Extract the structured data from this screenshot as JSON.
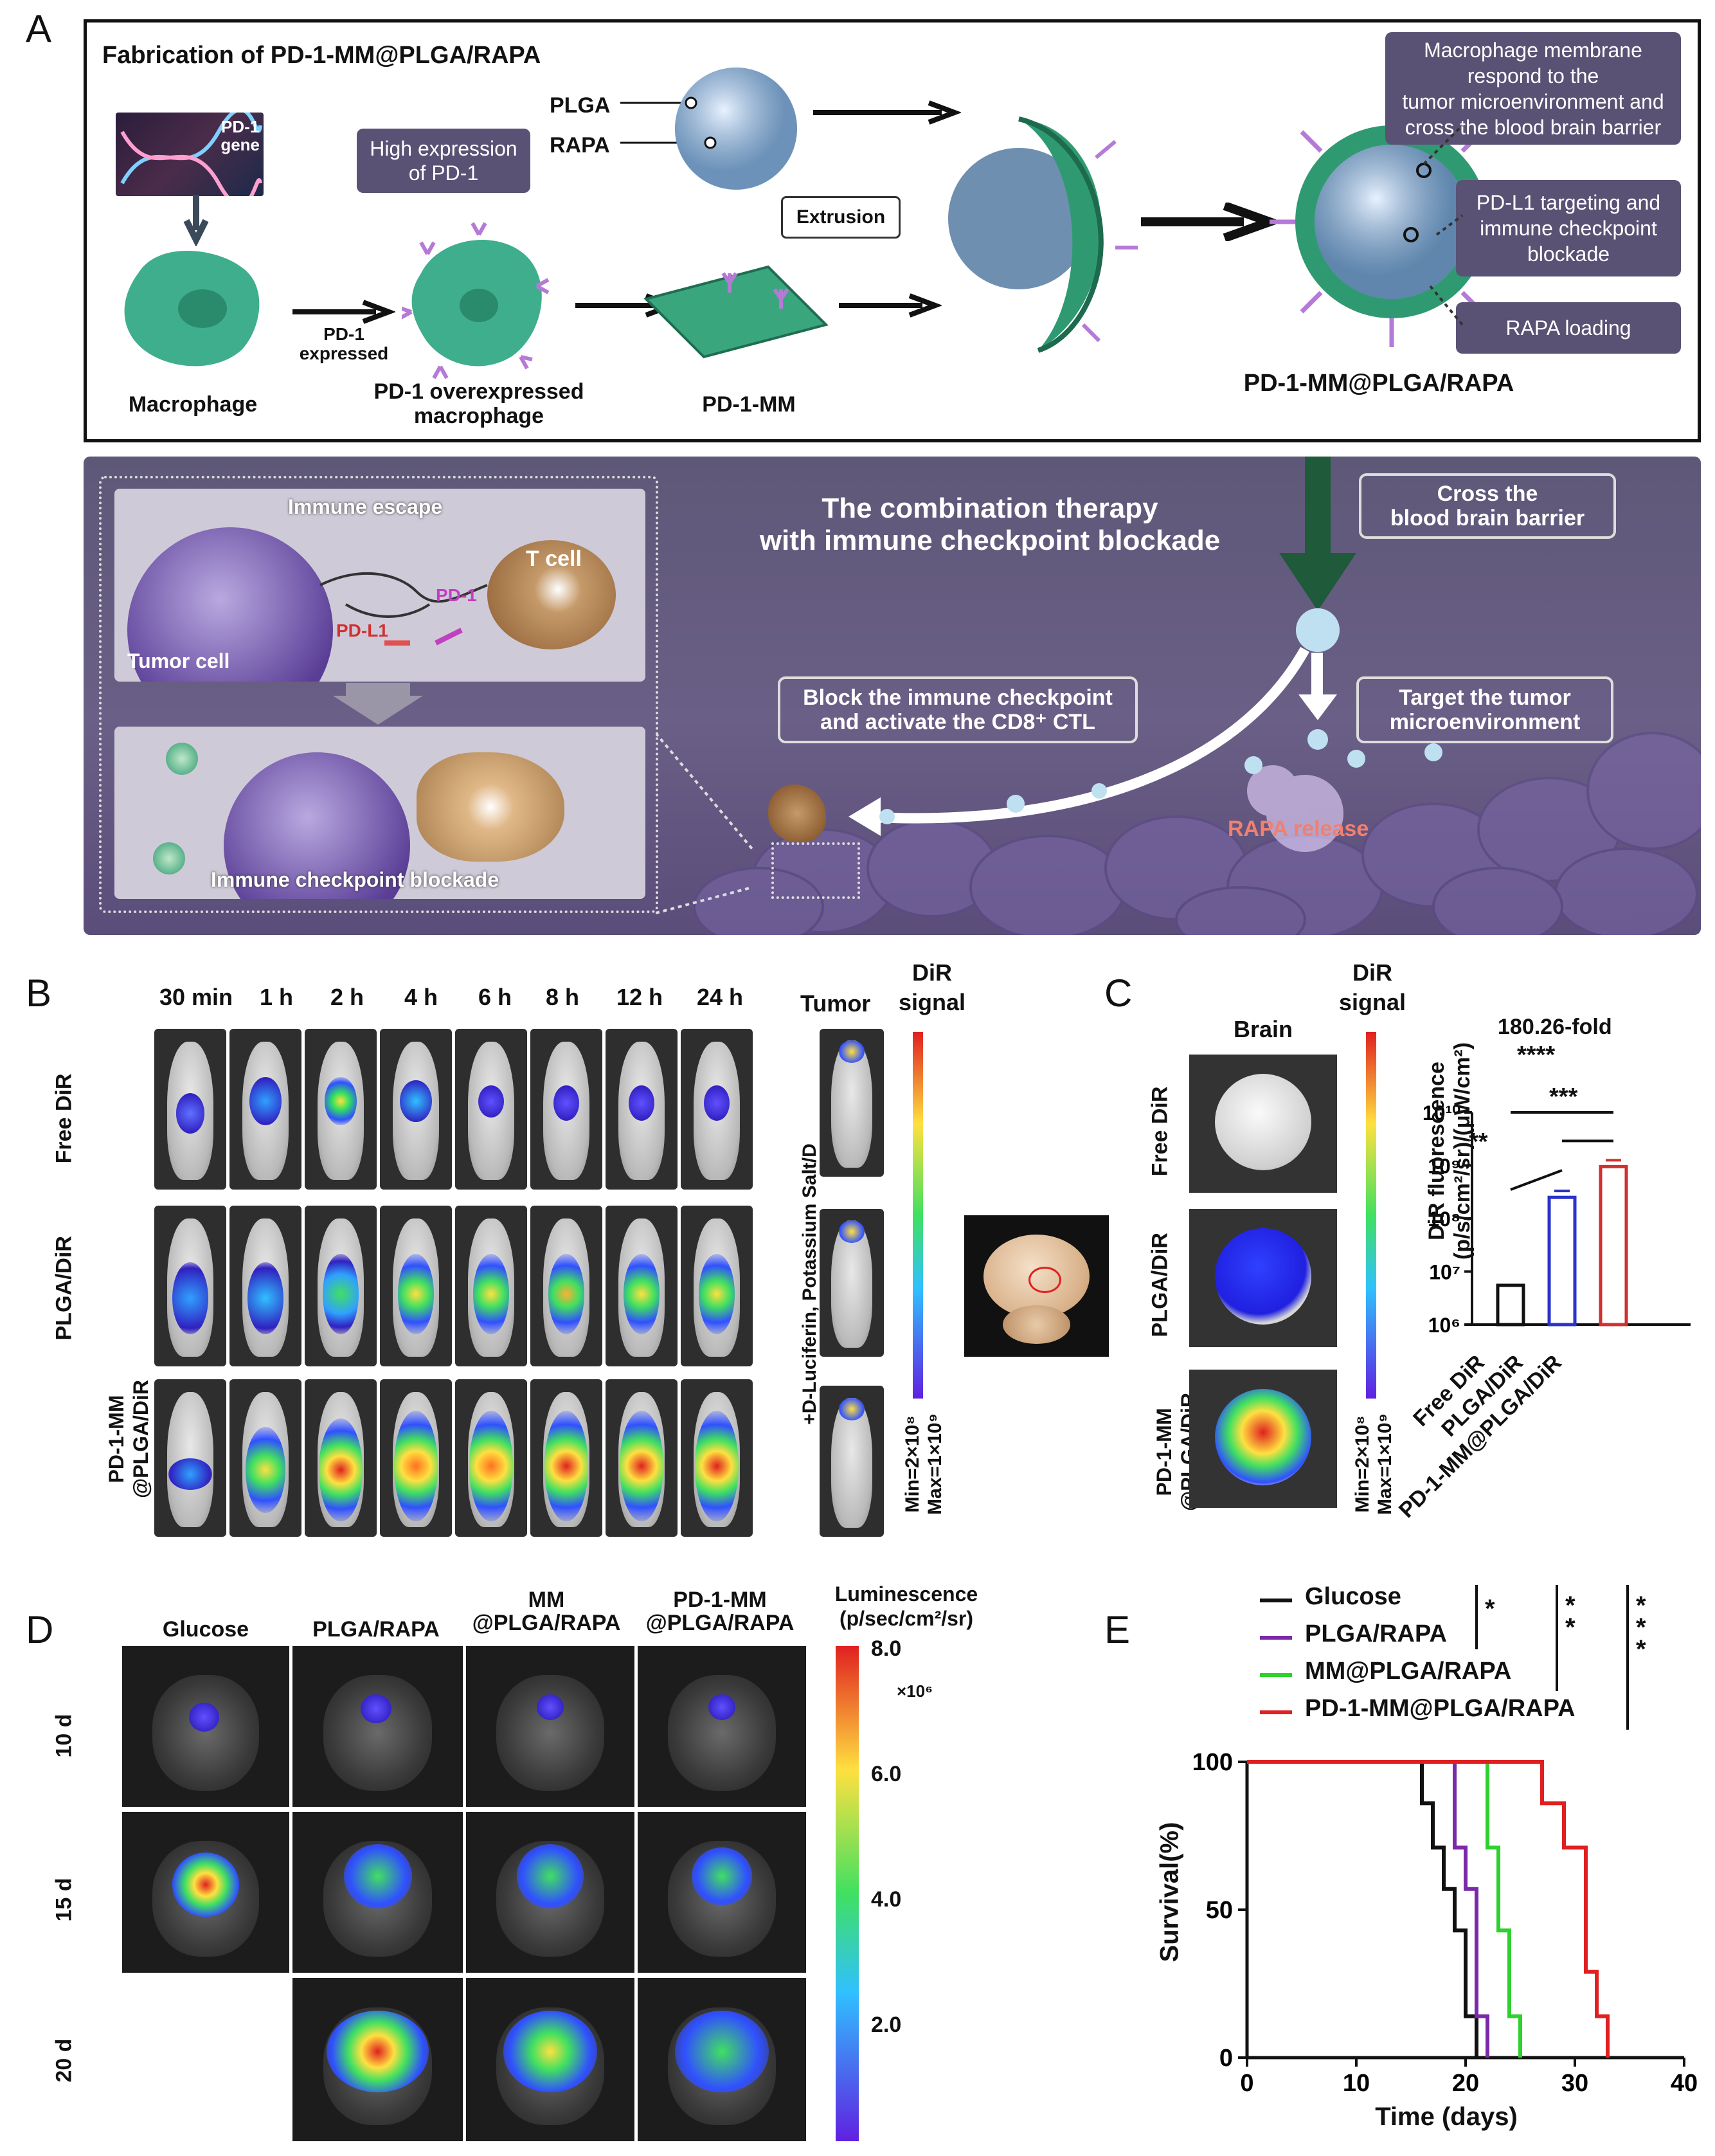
{
  "panels": {
    "A": "A",
    "B": "B",
    "C": "C",
    "D": "D",
    "E": "E"
  },
  "A": {
    "title": "Fabrication of PD-1-MM@PLGA/RAPA",
    "pd1_gene": "PD-1\ngene",
    "macrophage": "Macrophage",
    "pd1_expressed": "PD-1\nexpressed",
    "high_expression": "High expression\nof PD-1",
    "pd1_overexpressed": "PD-1 overexpressed\nmacrophage",
    "plga": "PLGA",
    "rapa": "RAPA",
    "extrusion": "Extrusion",
    "pd1_mm": "PD-1-MM",
    "product": "PD-1-MM@PLGA/RAPA",
    "callout1": "Macrophage membrane\nrespond to the\ntumor microenvironment and\ncross the blood brain barrier",
    "callout2": "PD-L1 targeting and\nimmune checkpoint\nblockade",
    "callout3": "RAPA loading",
    "immune_escape": "Immune escape",
    "t_cell": "T cell",
    "pd1": "PD-1",
    "pdl1": "PD-L1",
    "tumor_cell": "Tumor cell",
    "immune_blockade": "Immune checkpoint blockade",
    "combination": "The combination therapy\nwith immune checkpoint blockade",
    "cross_bbb": "Cross the\nblood brain barrier",
    "block_checkpoint": "Block the immune checkpoint\nand activate the CD8⁺ CTL",
    "target_tumor": "Target the tumor\nmicroenvironment",
    "rapa_release": "RAPA release"
  },
  "B": {
    "times": [
      "30 min",
      "1 h",
      "2 h",
      "4 h",
      "6 h",
      "8 h",
      "12 h",
      "24 h"
    ],
    "rows": [
      "Free DiR",
      "PLGA/DiR",
      "PD-1-MM\n@PLGA/DiR"
    ],
    "tumor": "Tumor",
    "dir_signal": "DiR\nsignal",
    "luciferin": "+D-Luciferin, Potassium Salt/D",
    "min": "Min=2×10⁸",
    "max": "Max=1×10⁹"
  },
  "C": {
    "brain": "Brain",
    "dir_signal": "DiR\nsignal",
    "rows": [
      "Free DiR",
      "PLGA/DiR",
      "PD-1-MM\n@PLGA/DiR"
    ],
    "min": "Min=2×10⁸",
    "max": "Max=1×10⁹"
  },
  "D": {
    "cols": [
      "Glucose",
      "PLGA/RAPA",
      "MM\n@PLGA/RAPA",
      "PD-1-MM\n@PLGA/RAPA"
    ],
    "rows": [
      "10 d",
      "15 d",
      "20 d"
    ],
    "lum_title": "Luminescence\n(p/sec/cm²/sr)",
    "ticks": [
      "8.0",
      "6.0",
      "4.0",
      "2.0"
    ],
    "multiplier": "×10⁶"
  },
  "chart_data": [
    {
      "type": "bar",
      "categories": [
        "Free DiR",
        "PLGA/DiR",
        "PD-1-MM@PLGA/DiR"
      ],
      "values": [
        5500000.0,
        250000000.0,
        950000000.0
      ],
      "ylabel": "DiR fluorescence\n(p/s/cm²/sr)/(μW/cm²)",
      "yscale": "log",
      "ylim": [
        1000000.0,
        10000000000.0
      ],
      "ytick_labels": [
        "10⁶",
        "10⁷",
        "10⁸",
        "10⁹",
        "10¹⁰"
      ],
      "annotations": [
        "180.26-fold",
        "****",
        "***",
        "**"
      ],
      "colors": [
        "#111111",
        "#2a33c8",
        "#d03030"
      ]
    },
    {
      "type": "line",
      "xlabel": "Time (days)",
      "ylabel": "Survival(%)",
      "xlim": [
        0,
        40
      ],
      "ylim": [
        0,
        100
      ],
      "xticks": [
        0,
        10,
        20,
        30,
        40
      ],
      "yticks": [
        0,
        50,
        100
      ],
      "series": [
        {
          "name": "Glucose",
          "color": "#111111",
          "x": [
            0,
            16,
            16,
            17,
            17,
            18,
            18,
            19,
            19,
            20,
            20,
            21,
            21
          ],
          "y": [
            100,
            100,
            86,
            86,
            71,
            71,
            57,
            57,
            43,
            43,
            14,
            14,
            0
          ]
        },
        {
          "name": "PLGA/RAPA",
          "color": "#7a2aa8",
          "x": [
            0,
            19,
            19,
            20,
            20,
            21,
            21,
            22,
            22
          ],
          "y": [
            100,
            100,
            71,
            71,
            57,
            57,
            14,
            14,
            0
          ]
        },
        {
          "name": "MM@PLGA/RAPA",
          "color": "#2fd12f",
          "x": [
            0,
            22,
            22,
            23,
            23,
            24,
            24,
            25,
            25
          ],
          "y": [
            100,
            100,
            71,
            71,
            43,
            43,
            14,
            14,
            0
          ]
        },
        {
          "name": "PD-1-MM@PLGA/RAPA",
          "color": "#e02020",
          "x": [
            0,
            27,
            27,
            29,
            29,
            31,
            31,
            32,
            32,
            33,
            33
          ],
          "y": [
            100,
            100,
            86,
            86,
            71,
            71,
            29,
            29,
            14,
            14,
            0
          ]
        }
      ],
      "significance": [
        "*",
        "*\n*",
        "*\n*\n*"
      ]
    }
  ]
}
